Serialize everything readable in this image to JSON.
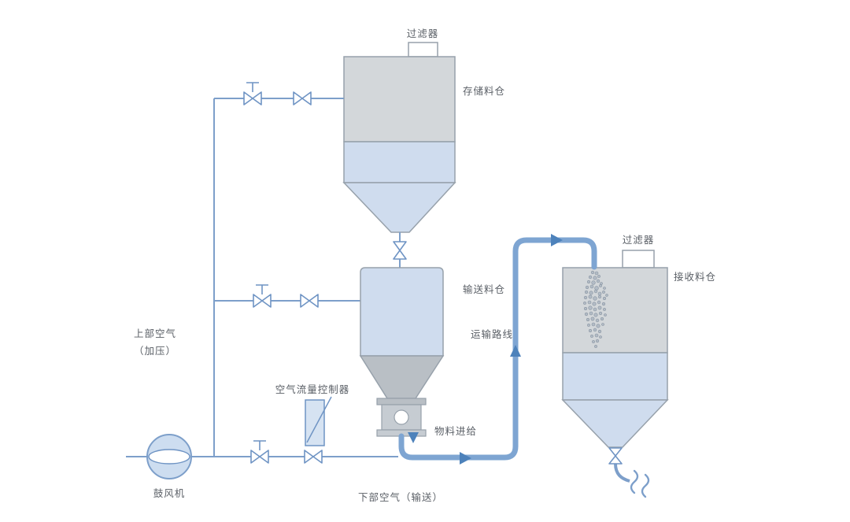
{
  "diagram": {
    "title_domain": "pneumatic-conveying-system",
    "labels": {
      "filter_top": "过滤器",
      "storage_silo": "存储料仓",
      "conveying_silo": "输送料仓",
      "upper_air_1": "上部空气",
      "upper_air_2": "（加压）",
      "air_flow_controller": "空气流量控制器",
      "material_feed": "物料进给",
      "transport_route": "运输路线",
      "filter_right": "过滤器",
      "receiving_silo": "接收料仓",
      "blower": "鼓风机",
      "lower_air": "下部空气（输送）"
    },
    "colors": {
      "pipe": "#7d9fca",
      "convey_line": "#7ea5d2",
      "arrow": "#4d82bb",
      "silo_gray": "#d3d7da",
      "silo_blue": "#cfdcee",
      "cone_gray": "#b9bfc5",
      "outline": "#97a1ab",
      "valve": "#6f94c4",
      "text": "#5b6067"
    }
  }
}
